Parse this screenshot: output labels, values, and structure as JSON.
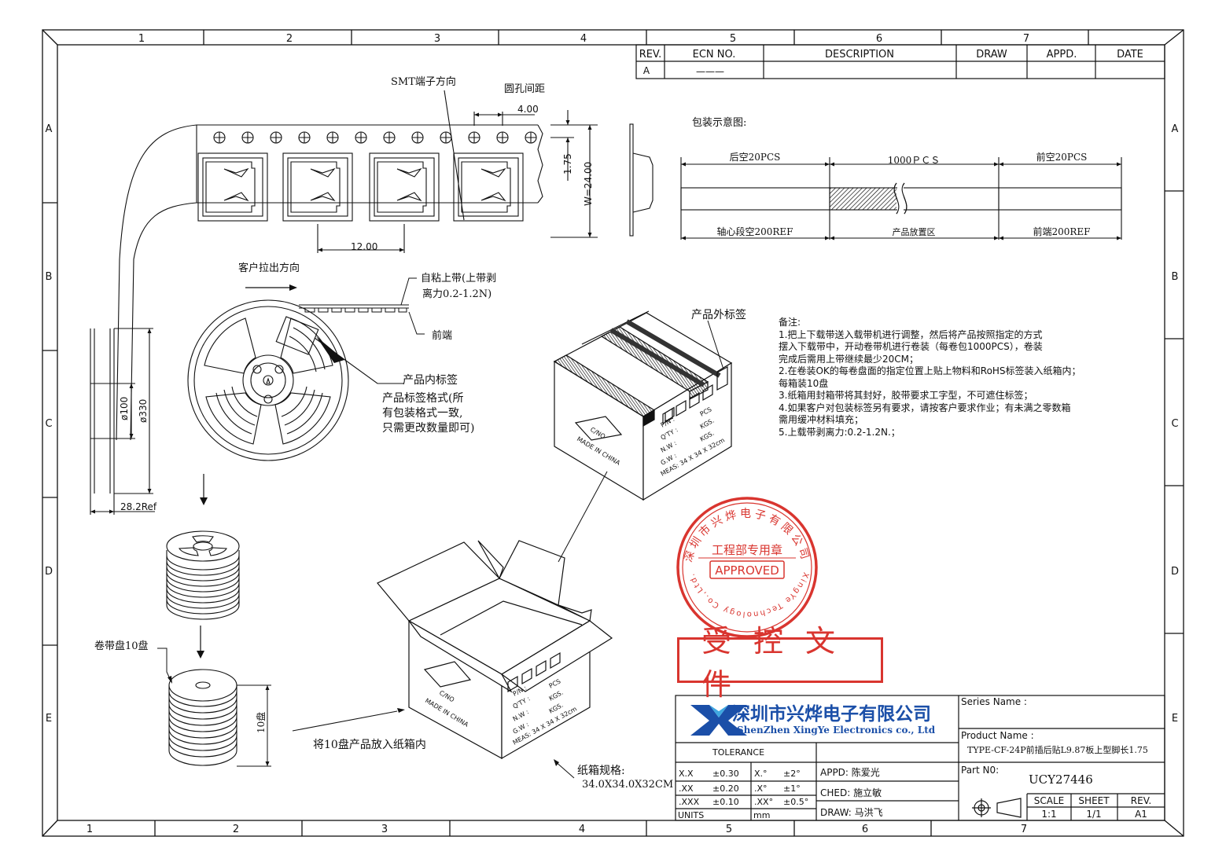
{
  "frame": {
    "columns_top": [
      "1",
      "2",
      "3",
      "4",
      "5",
      "6",
      "7"
    ],
    "columns_bottom": [
      "1",
      "2",
      "3",
      "4",
      "5",
      "6",
      "7"
    ],
    "rows": [
      "A",
      "B",
      "C",
      "D",
      "E"
    ]
  },
  "revision_table": {
    "headers": [
      "REV.",
      "ECN  NO.",
      "DESCRIPTION",
      "DRAW",
      "APPD.",
      "DATE"
    ],
    "row": [
      "A",
      "———",
      "",
      "",
      "",
      ""
    ]
  },
  "tape": {
    "smt_direction": "SMT端子方向",
    "hole_spacing": "圆孔间距",
    "dim_pitch_holes": "4.00",
    "dim_edge": "1.75",
    "dim_width": "W=24.00",
    "dim_pocket_pitch": "12.00",
    "pull_direction": "客户拉出方向",
    "cover_tape": "自粘上带(上带剥",
    "cover_tape_2": "离力0.2-1.2N)",
    "front_end": "前端"
  },
  "packing_diagram": {
    "title": "包装示意图:",
    "rear_empty": "后空20PCS",
    "qty": "1000ＰＣＳ",
    "front_empty": "前空20PCS",
    "core_empty": "轴心段空200REF",
    "product_area": "产品放置区",
    "front_end_ref": "前端200REF"
  },
  "reel": {
    "inner_label": "产品内标签",
    "label_format_1": "产品标签格式(所",
    "label_format_2": "有包装格式一致,",
    "label_format_3": "只需更改数量即可)",
    "dim_hub": "ø100",
    "dim_outer": "ø330",
    "dim_width": "28.2Ref",
    "reels_10": "卷带盘10盘",
    "stack_dim": "10盘"
  },
  "carton": {
    "outer_label": "产品外标签",
    "into_box": "将10盘产品放入纸箱内",
    "box_spec_title": "纸箱规格:",
    "box_spec": "34.0X34.0X32CM",
    "box_text": {
      "pn": "P/N  :",
      "qty": "Q'TY :",
      "nw": "N.W  :",
      "gw": "G.W  :",
      "meas": "MEAS: 34 X 34 X 32cm",
      "pcs": "PCS",
      "kgs1": "KGS.",
      "kgs2": "KGS.",
      "cno": "C/NO",
      "made": "MADE IN CHINA"
    }
  },
  "notes": {
    "title": "备注:",
    "lines": [
      "1.把上下载带送入载带机进行调整，然后将产品按照指定的方式",
      "    摆入下载带中，开动卷带机进行卷装（每卷包1000PCS），卷装",
      "    完成后需用上带继续最少20CM；",
      "2.在卷装OK的每卷盘面的指定位置上贴上物料和RoHS标签装入纸箱内；",
      "   每箱装10盘",
      "3.纸箱用封箱带将其封好，胶带要求工字型，不可遮住标签；",
      "4.如果客户对包装标签另有要求，请按客户要求作业；有未满之零数箱",
      "    需用缓冲材料填充；",
      "5.上载带剥离力:0.2-1.2N.；"
    ]
  },
  "stamps": {
    "seal_top": "深圳市兴烨电子有限公司",
    "seal_middle": "工程部专用章",
    "seal_approved": "APPROVED",
    "seal_bottom": "XingYe Technology Co.,Ltd.",
    "controlled": "受控文件"
  },
  "title_block": {
    "company_cn": "深圳市兴烨电子有限公司",
    "company_en": "ShenZhen XingYe Electronics co., Ltd",
    "tolerance": "TOLERANCE",
    "tol_rows": [
      [
        "X.X",
        "±0.30",
        "X.°",
        "±2°"
      ],
      [
        ".XX",
        "±0.20",
        ".X°",
        "±1°"
      ],
      [
        ".XXX",
        "±0.10",
        ".XX°",
        "±0.5°"
      ]
    ],
    "units_label": "UNITS",
    "units_value": "mm",
    "appd": "APPD:  陈爱光",
    "ched": "CHED:  施立敏",
    "draw": "DRAW:  马洪飞",
    "series_name_label": "Series Name :",
    "product_name_label": "Product Name :",
    "product_name": "TYPE-CF-24P前插后贴L9.87板上型脚长1.75",
    "part_no_label": "Part N0:",
    "part_no": "UCY27446",
    "scale_label": "SCALE",
    "scale_value": "1:1",
    "sheet_label": "SHEET",
    "sheet_value": "1/1",
    "rev_label": "REV.",
    "rev_value": "A1"
  },
  "colors": {
    "line": "#111111",
    "stamp_red": "#d9352f",
    "logo_blue": "#1b4fa8"
  }
}
